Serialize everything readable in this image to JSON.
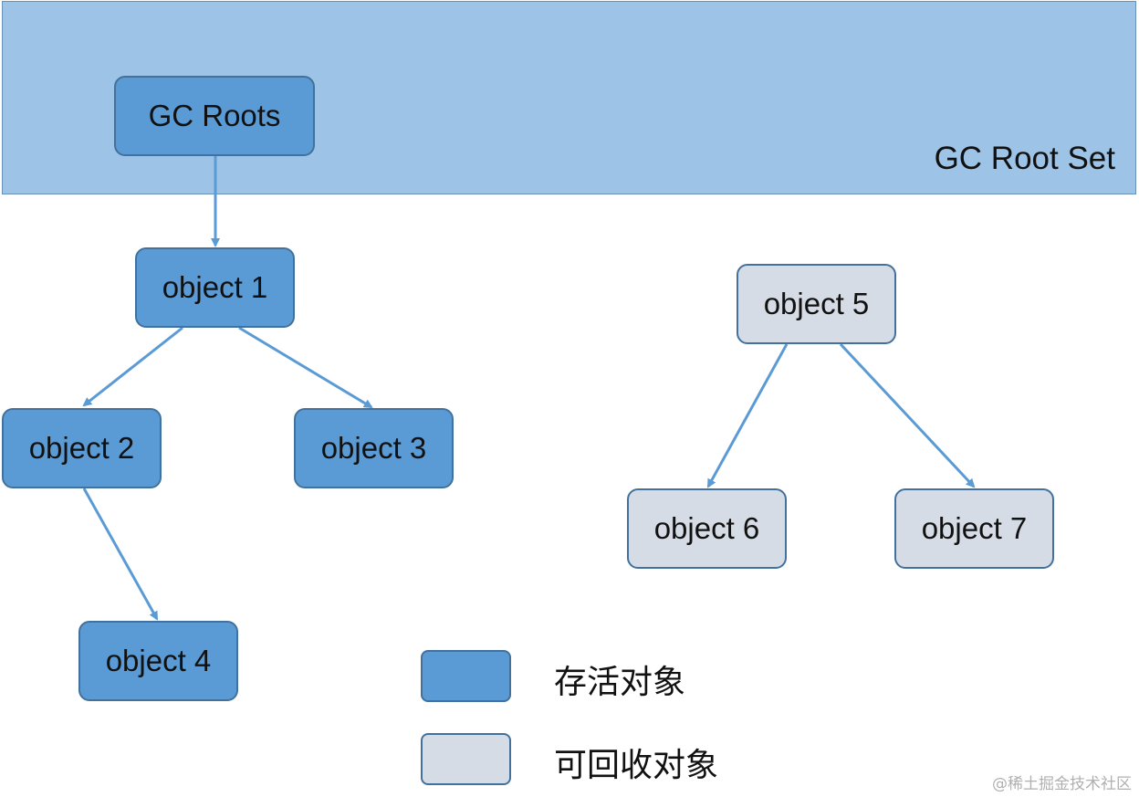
{
  "root_set": {
    "label": "GC Root Set"
  },
  "nodes": {
    "gc_roots": "GC Roots",
    "object1": "object 1",
    "object2": "object 2",
    "object3": "object 3",
    "object4": "object 4",
    "object5": "object 5",
    "object6": "object 6",
    "object7": "object 7"
  },
  "edges": [
    {
      "from": "GC Roots",
      "to": "object 1"
    },
    {
      "from": "object 1",
      "to": "object 2"
    },
    {
      "from": "object 1",
      "to": "object 3"
    },
    {
      "from": "object 2",
      "to": "object 4"
    },
    {
      "from": "object 5",
      "to": "object 6"
    },
    {
      "from": "object 5",
      "to": "object 7"
    }
  ],
  "legend": {
    "live_label": "存活对象",
    "collectable_label": "可回收对象"
  },
  "colors": {
    "root_set_fill": "#9dc3e6",
    "live_fill": "#5b9bd5",
    "collectable_fill": "#d6dce5",
    "border": "#41719c",
    "edge": "#5b9bd5"
  },
  "watermark": "@稀土掘金技术社区"
}
